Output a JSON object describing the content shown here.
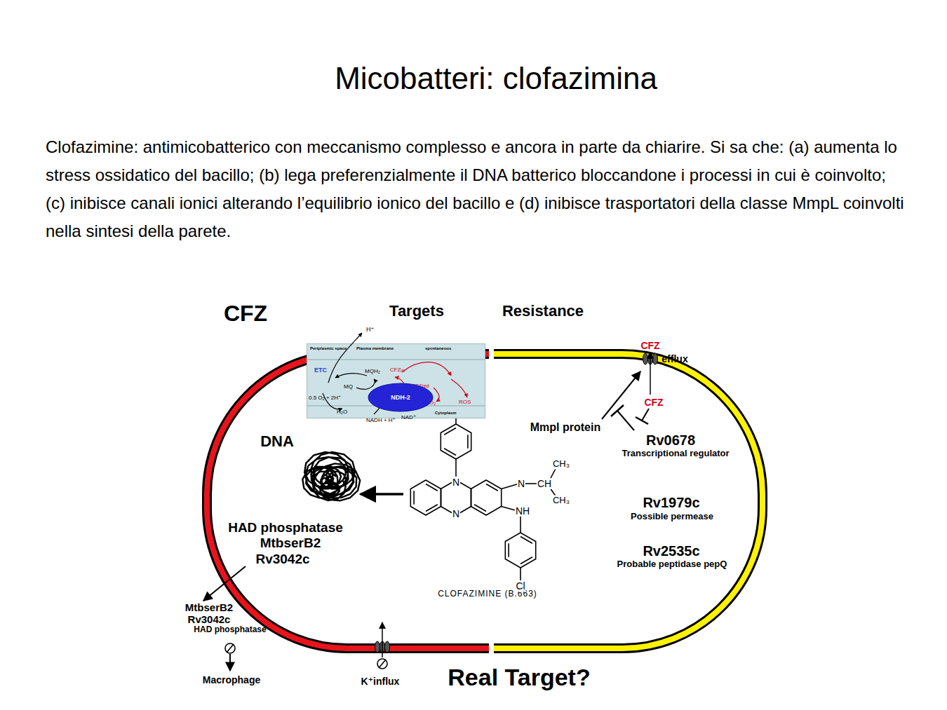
{
  "diagram": {
    "title": "Micobatteri: clofazimina",
    "nodes": [
      {
        "text": [
          "Periplasmic space",
          "H⁺",
          "Plasma membrane",
          "spontaneous",
          "ETC",
          "MQH₂",
          "CFZₒₓ",
          "CFZred",
          "MQ",
          "0.5 O₂ + 2H⁺",
          "H₂O",
          "O₂",
          "ROS",
          "NADH + H⁺",
          "NAD⁺",
          "Cytoplasm"
        ]
      },
      {
        "text": [
          "NDH-2"
        ],
        "in": 0
      }
    ],
    "labels": [
      "Clofazimine: antimicobatterico con meccanismo complesso e ancora in parte da chiarire. Si sa che: (a) aumenta lo stress ossidatico del bacillo; (b) lega preferenzialmente il DNA batterico bloccandone i processi in cui è coinvolto; (c) inibisce canali ionici alterando l’equilibrio ionico del bacillo e (d) inibisce trasportatori della classe MmpL coinvolti nella sintesi della parete.",
      "CFZ",
      "Targets",
      "Resistance",
      "DNA",
      "CFZ",
      "efflux",
      "CFZ",
      "Mmpl protein",
      "Rv0678",
      "Transcriptional regulator",
      "Rv1979c",
      "Possible permease",
      "Rv2535c",
      "Probable peptidase pepQ",
      "HAD phosphatase",
      "MtbserB2",
      "Rv3042c",
      "MtbserB2",
      "Rv3042c",
      "HAD phosphatase",
      "Macrophage",
      "K⁺influx",
      "Real Target?",
      "CLOFAZIMINE (B.663)",
      "Cl",
      "N",
      "N",
      "N",
      "CH",
      "CH₃",
      "CH₃",
      "NH",
      "Cl"
    ]
  }
}
